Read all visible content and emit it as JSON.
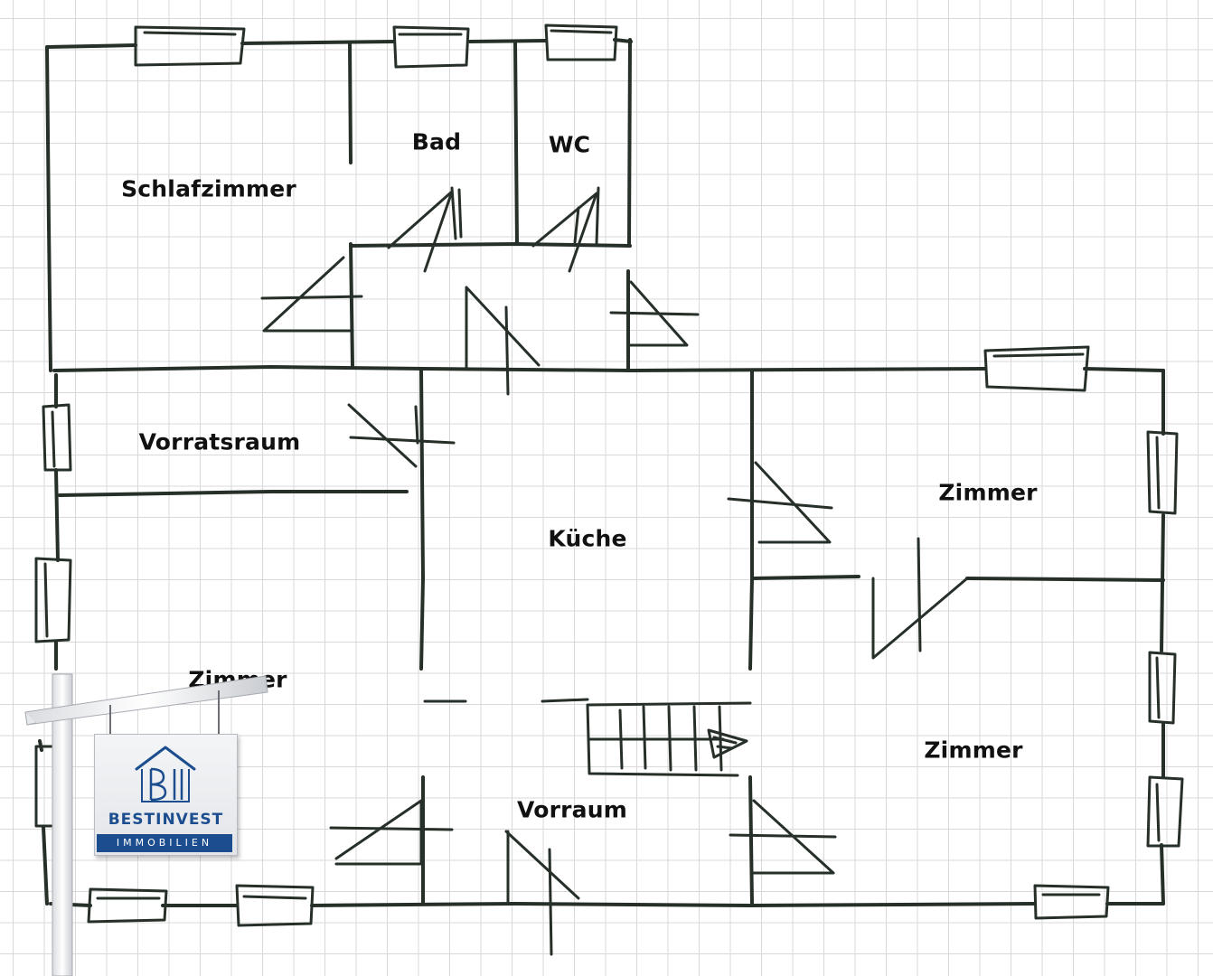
{
  "floorplan": {
    "rooms": [
      {
        "id": "schlafzimmer",
        "label": "Schlafzimmer"
      },
      {
        "id": "bad",
        "label": "Bad"
      },
      {
        "id": "wc",
        "label": "WC"
      },
      {
        "id": "vorratsraum",
        "label": "Vorratsraum"
      },
      {
        "id": "kueche",
        "label": "Küche"
      },
      {
        "id": "zimmer_left",
        "label": "Zimmer"
      },
      {
        "id": "zimmer_right_top",
        "label": "Zimmer"
      },
      {
        "id": "zimmer_right_bottom",
        "label": "Zimmer"
      },
      {
        "id": "vorraum",
        "label": "Vorraum"
      }
    ]
  },
  "sign": {
    "brand_name": "BESTINVEST",
    "brand_sub": "IMMOBILIEN",
    "brand_color": "#1c4e8f",
    "logo_icon": "house-logo-icon"
  }
}
